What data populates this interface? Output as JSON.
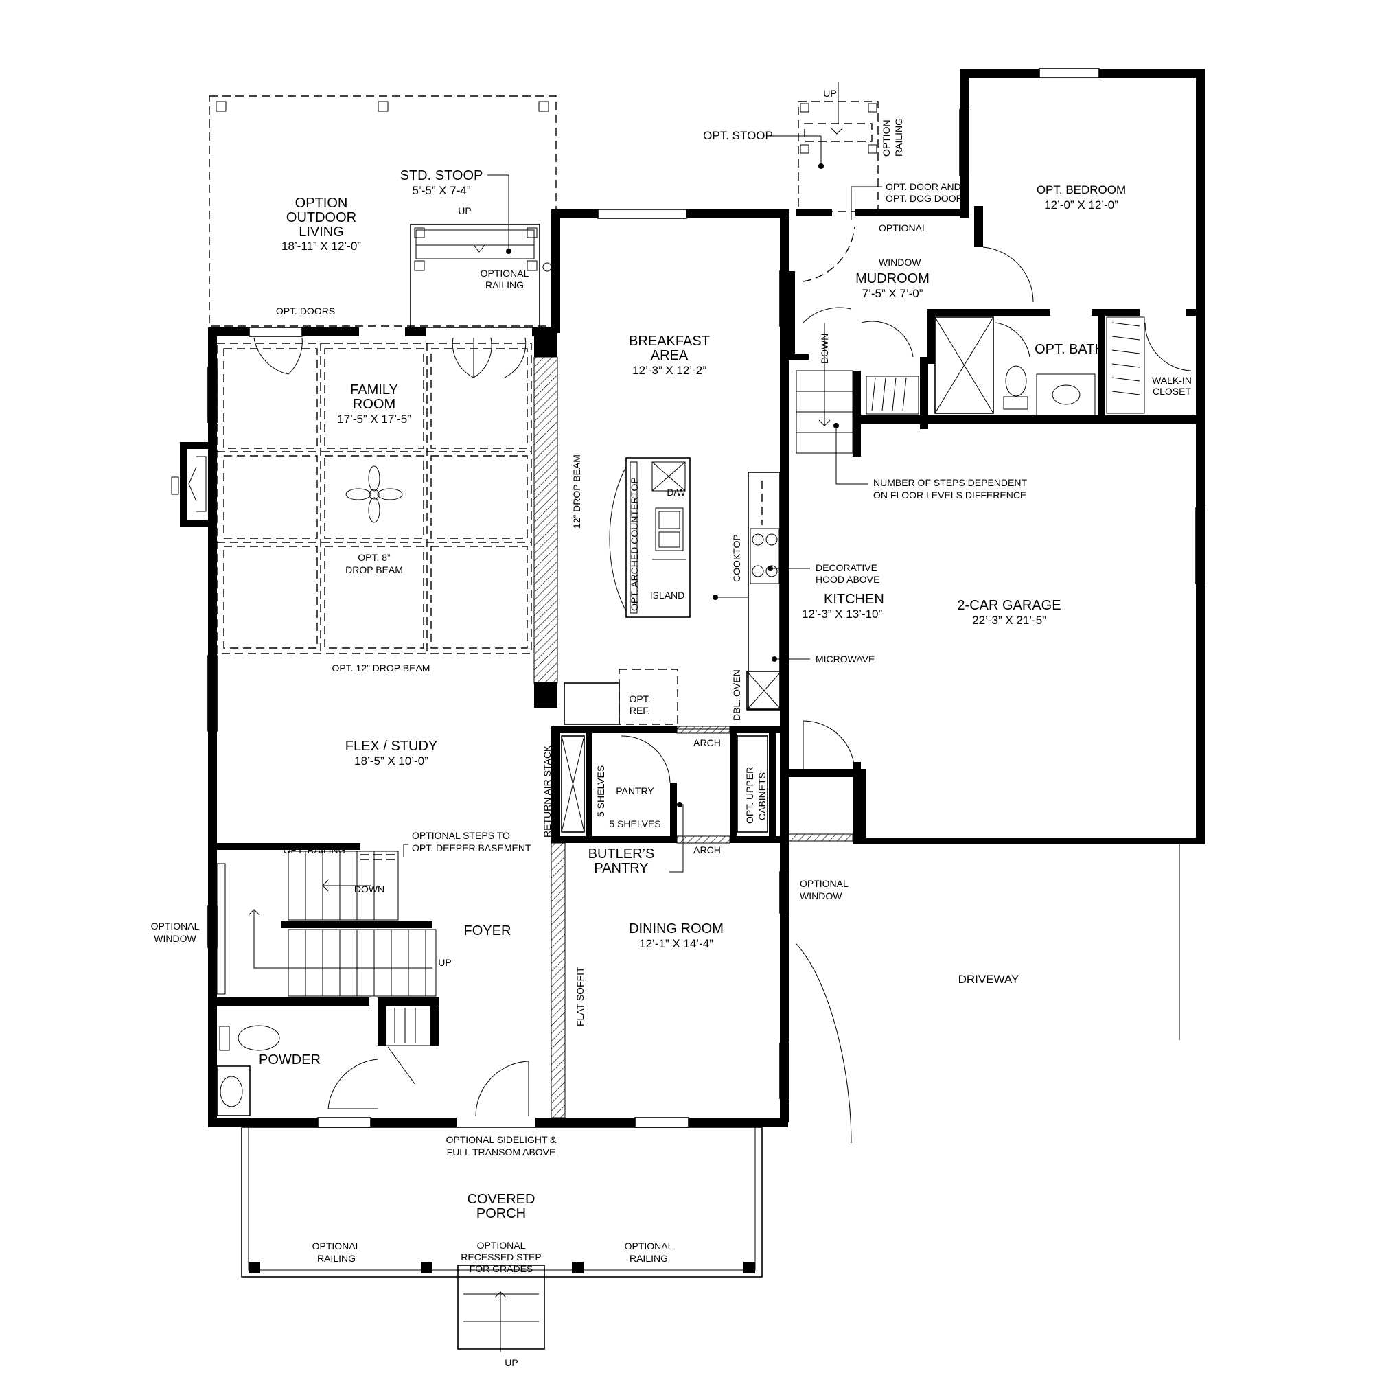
{
  "rooms": {
    "outdoor_living": {
      "name": [
        "OPTION",
        "OUTDOOR",
        "LIVING"
      ],
      "dim": "18’-11” X 12’-0”"
    },
    "std_stoop": {
      "name": "STD. STOOP",
      "dim": "5’-5” X 7-4”"
    },
    "family_room": {
      "name": [
        "FAMILY",
        "ROOM"
      ],
      "dim": "17’-5” X 17’-5”"
    },
    "breakfast": {
      "name": [
        "BREAKFAST",
        "AREA"
      ],
      "dim": "12’-3” X 12’-2”"
    },
    "kitchen": {
      "name": "KITCHEN",
      "dim": "12’-3” X 13’-10”"
    },
    "flex_study": {
      "name": "FLEX / STUDY",
      "dim": "18’-5” X 10’-0”"
    },
    "foyer": {
      "name": "FOYER"
    },
    "powder": {
      "name": "POWDER"
    },
    "dining": {
      "name": "DINING ROOM",
      "dim": "12’-1” X 14’-4”"
    },
    "covered_porch": {
      "name": [
        "COVERED",
        "PORCH"
      ]
    },
    "mudroom": {
      "name": "MUDROOM",
      "dim": "7’-5” X 7’-0”"
    },
    "bedroom": {
      "name": "OPT. BEDROOM",
      "dim": "12’-0” X 12’-0”"
    },
    "bath": {
      "name": "OPT. BATH"
    },
    "closet": {
      "name": [
        "WALK-IN",
        "CLOSET"
      ]
    },
    "garage": {
      "name": "2-CAR GARAGE",
      "dim": "22’-3” X 21’-5”"
    },
    "driveway": {
      "name": "DRIVEWAY"
    },
    "pantry": {
      "name": "PANTRY"
    },
    "butlers": {
      "name": [
        "BUTLER’S",
        "PANTRY"
      ]
    }
  },
  "notes": {
    "up": "UP",
    "down": "DOWN",
    "opt_stoop": "OPT. STOOP",
    "option_railing": [
      "OPTION",
      "RAILING"
    ],
    "opt_door_dog": [
      "OPT. DOOR AND",
      "OPT. DOG DOOR"
    ],
    "optional": "OPTIONAL",
    "window": "WINDOW",
    "optional_railing": [
      "OPTIONAL",
      "RAILING"
    ],
    "opt_doors": "OPT. DOORS",
    "drop_beam_12": "12” DROP BEAM",
    "opt_8_drop_beam": [
      "OPT. 8”",
      "DROP BEAM"
    ],
    "opt_12_drop_beam": "OPT. 12” DROP BEAM",
    "arched_countertop": "OPT. ARCHED COUNTERTOP",
    "dw": "D/W",
    "island": "ISLAND",
    "cooktop": "COOKTOP",
    "decorative_hood": [
      "DECORATIVE",
      "HOOD ABOVE"
    ],
    "microwave": "MICROWAVE",
    "dbl_oven": "DBL. OVEN",
    "opt_ref": [
      "OPT.",
      "REF."
    ],
    "arch": "ARCH",
    "return_air": "RETURN AIR STACK",
    "five_shelves": "5 SHELVES",
    "opt_upper_cabinets": [
      "OPT. UPPER",
      "CABINETS"
    ],
    "steps_note": [
      "NUMBER OF STEPS DEPENDENT",
      "ON FLOOR LEVELS DIFFERENCE"
    ],
    "opt_railing": "OPT. RAILING",
    "optional_steps": [
      "OPTIONAL STEPS TO",
      "OPT. DEEPER BASEMENT"
    ],
    "optional_window": [
      "OPTIONAL",
      "WINDOW"
    ],
    "flat_soffit": "FLAT SOFFIT",
    "sidelight": [
      "OPTIONAL SIDELIGHT &",
      "FULL TRANSOM ABOVE"
    ],
    "recessed_step": [
      "OPTIONAL",
      "RECESSED STEP",
      "FOR GRADES"
    ]
  }
}
